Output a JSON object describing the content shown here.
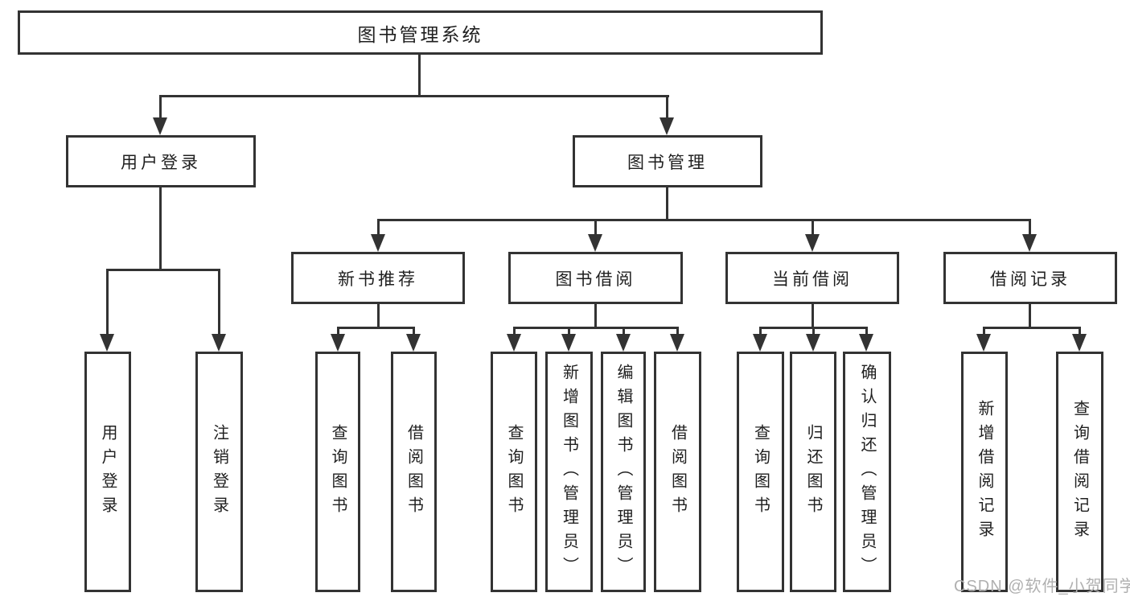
{
  "tree": {
    "root": {
      "label": "图书管理系统",
      "children": [
        {
          "label": "用户登录",
          "children": [
            {
              "label": "用户登录"
            },
            {
              "label": "注销登录"
            }
          ]
        },
        {
          "label": "图书管理",
          "children": [
            {
              "label": "新书推荐",
              "children": [
                {
                  "label": "查询图书"
                },
                {
                  "label": "借阅图书"
                }
              ]
            },
            {
              "label": "图书借阅",
              "children": [
                {
                  "label": "查询图书"
                },
                {
                  "label": "新增图书（管理员）"
                },
                {
                  "label": "编辑图书（管理员）"
                },
                {
                  "label": "借阅图书"
                }
              ]
            },
            {
              "label": "当前借阅",
              "children": [
                {
                  "label": "查询图书"
                },
                {
                  "label": "归还图书"
                },
                {
                  "label": "确认归还（管理员）"
                }
              ]
            },
            {
              "label": "借阅记录",
              "children": [
                {
                  "label": "新增借阅记录"
                },
                {
                  "label": "查询借阅记录"
                }
              ]
            }
          ]
        }
      ]
    }
  },
  "watermark": {
    "text": "CSDN @软件_小贺同学"
  },
  "colors": {
    "line": "#333333",
    "text": "#1f1f1f",
    "watermark": "#b0b0b0",
    "background": "#ffffff"
  }
}
